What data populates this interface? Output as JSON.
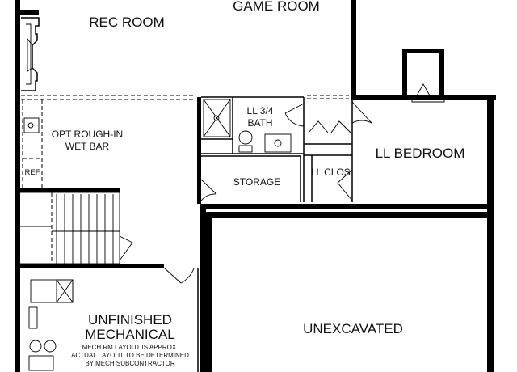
{
  "colors": {
    "wall": "#000000",
    "background": "#ffffff"
  },
  "rooms": {
    "rec_room": "REC ROOM",
    "game_room": "GAME ROOM",
    "wet_bar_line1": "OPT ROUGH-IN",
    "wet_bar_line2": "WET BAR",
    "ref": "REF",
    "bath_line1": "LL 3/4",
    "bath_line2": "BATH",
    "storage": "STORAGE",
    "closet": "LL CLOS.",
    "bedroom": "LL BEDROOM",
    "mechanical_line1": "UNFINISHED",
    "mechanical_line2": "MECHANICAL",
    "unexcavated": "UNEXCAVATED"
  },
  "notes": {
    "mech_line1": "MECH RM LAYOUT IS APPROX.",
    "mech_line2": "ACTUAL LAYOUT TO BE DETERMINED",
    "mech_line3": "BY MECH SUBCONTRACTOR"
  }
}
